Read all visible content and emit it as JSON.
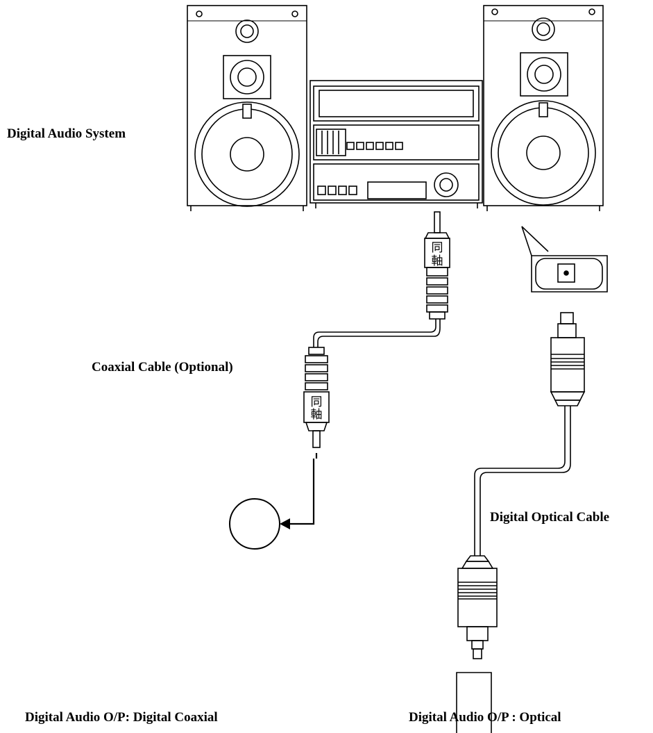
{
  "labels": {
    "audio_system": "Digital Audio System",
    "coaxial_cable": "Coaxial Cable (Optional)",
    "optical_cable": "Digital Optical Cable",
    "coaxial_output": "Digital Audio O/P: Digital Coaxial",
    "optical_output": "Digital Audio O/P : Optical"
  },
  "plug_marking": [
    "同",
    "軸"
  ],
  "colors": {
    "line": "#000000",
    "background": "#ffffff"
  }
}
